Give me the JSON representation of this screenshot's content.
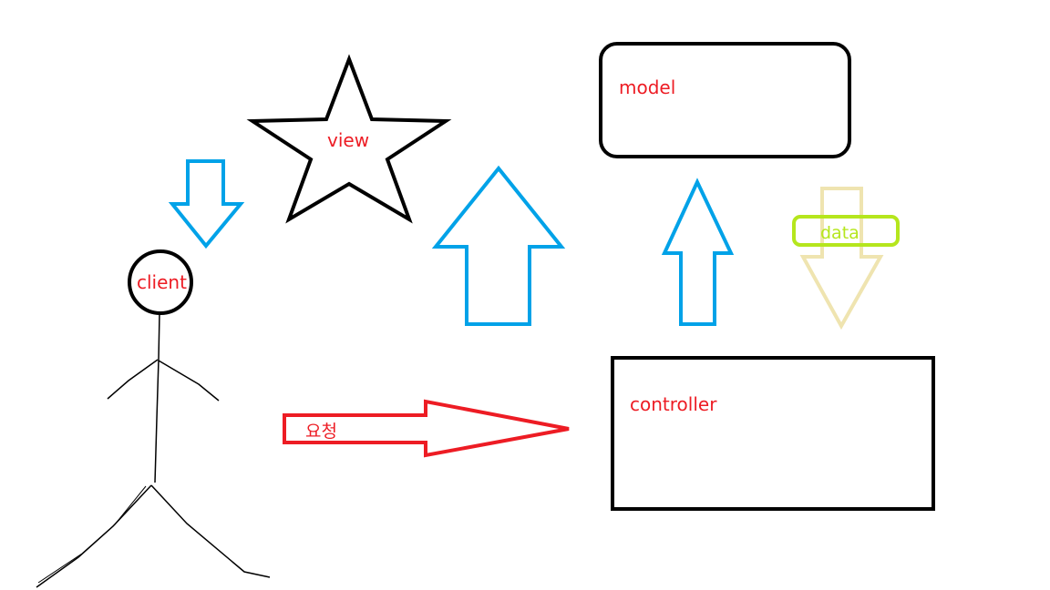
{
  "labels": {
    "model": "model",
    "view": "view",
    "client": "client",
    "controller": "controller",
    "data": "data",
    "request": "요청"
  },
  "colors": {
    "text": "#ed1c24",
    "outline": "#000000",
    "blue_arrow": "#00a2e8",
    "red_arrow": "#ed1c24",
    "data_arrow": "#efe4b0",
    "data_box": "#b5e61d"
  }
}
